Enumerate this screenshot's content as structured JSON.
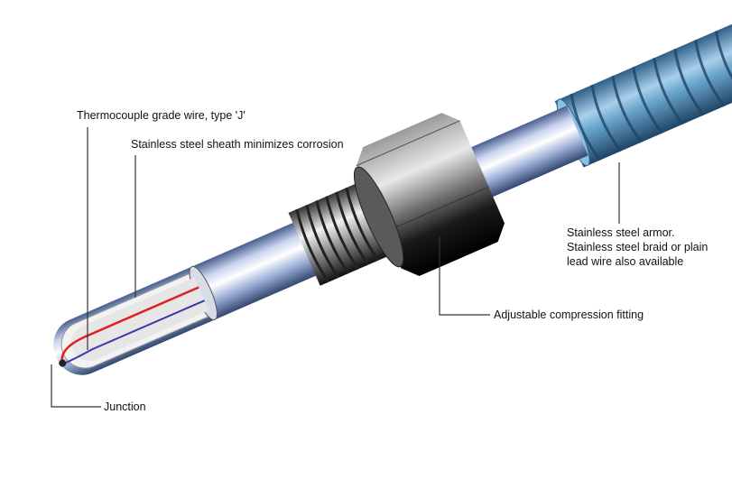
{
  "labels": {
    "wire": "Thermocouple grade wire, type 'J'",
    "sheath": "Stainless steel sheath minimizes corrosion",
    "armor_line1": "Stainless steel armor.",
    "armor_line2": "Stainless steel braid or plain",
    "armor_line3": "lead wire also available",
    "fitting": "Adjustable compression fitting",
    "junction": "Junction"
  },
  "colors": {
    "steel_light": "#dfe6f5",
    "steel_mid": "#8fa6cf",
    "steel_dark": "#3b4f7a",
    "armor": "#5d9bc4",
    "nut_dark": "#1e1e1e",
    "wire_red": "#e0201c",
    "wire_blue": "#3a3aa8"
  }
}
